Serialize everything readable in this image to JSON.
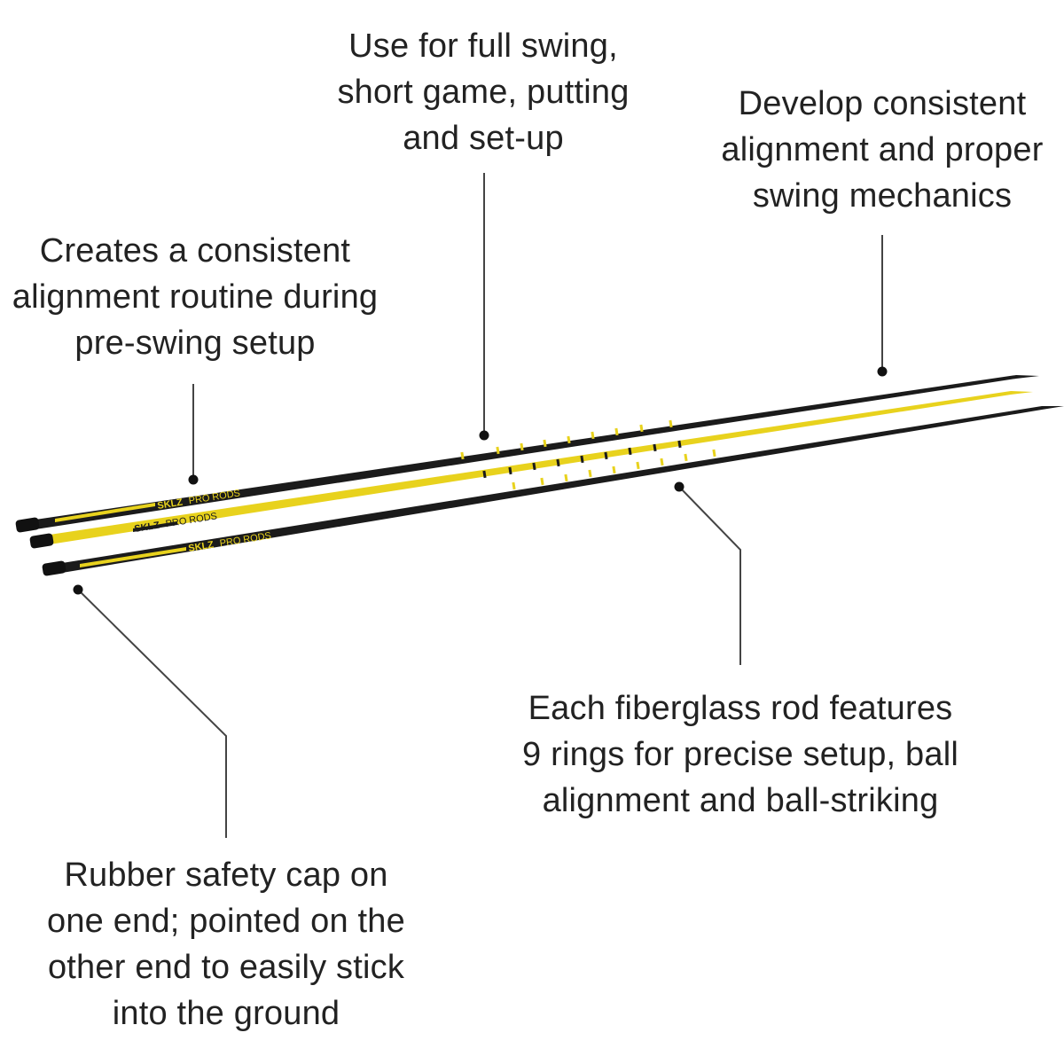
{
  "callouts": {
    "top_center": [
      "Use for full swing,",
      "short game, putting",
      "and set-up"
    ],
    "top_right": [
      "Develop consistent",
      "alignment and proper",
      "swing mechanics"
    ],
    "left": [
      "Creates a consistent",
      "alignment routine during",
      "pre-swing setup"
    ],
    "middle_right": [
      "Each fiberglass rod features",
      "9 rings for precise setup, ball",
      "alignment and ball-striking"
    ],
    "bottom_left": [
      "Rubber safety cap on",
      "one end; pointed on the",
      "other end to easily stick",
      "into the ground"
    ]
  },
  "rods": [
    {
      "name": "black-rod-top",
      "body_color": "#1b1b1b",
      "accent_color": "#e8d21d",
      "brand": "SKLZ",
      "product": "PRO RODS"
    },
    {
      "name": "yellow-rod-middle",
      "body_color": "#e8d21d",
      "accent_color": "#1b1b1b",
      "brand": "SKLZ",
      "product": "PRO RODS"
    },
    {
      "name": "black-rod-bottom",
      "body_color": "#1b1b1b",
      "accent_color": "#e8d21d",
      "brand": "SKLZ",
      "product": "PRO RODS"
    }
  ],
  "colors": {
    "text": "#222222",
    "leader_line": "#444444",
    "rubber_cap": "#111111"
  }
}
